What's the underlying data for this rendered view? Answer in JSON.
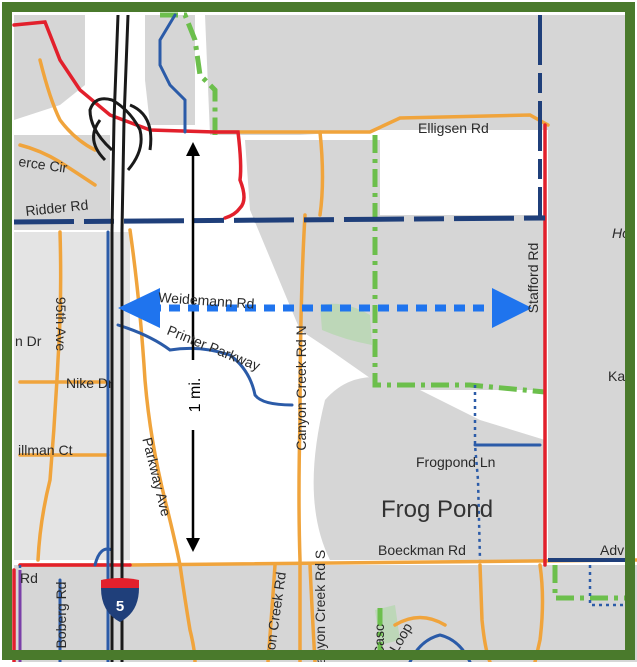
{
  "colors": {
    "frame": "#4a7a2c",
    "background": "#ffffff",
    "urban": "#d6d6d6",
    "arterial_red": "#e2202c",
    "collector_orange": "#f0a43c",
    "freeway_black": "#1a1a1a",
    "transit_navy": "#1f3f7a",
    "bike_blue": "#2b5ba8",
    "boundary_green": "#6cbf4c",
    "arrow_blue": "#1f74ee",
    "parks_green": "#b7d7b0"
  },
  "labels": {
    "pierce_cir": "erce Cir",
    "ridder_rd": "Ridder Rd",
    "elligsen_rd": "Elligsen Rd",
    "weidemann_rd": "Weidemann Rd",
    "printer_parkway": "Printer Parkway",
    "ave_95th": "95th Ave",
    "n_dr": "n Dr",
    "nike_dr": "Nike Dr",
    "hillman_ct": "illman Ct",
    "parkway_ave": "Parkway Ave",
    "canyon_creek_rd_n": "Canyon Creek Rd N",
    "stafford_rd": "Stafford Rd",
    "frogpond_ln": "Frogpond Ln",
    "frog_pond": "Frog Pond",
    "boeckman_rd": "Boeckman Rd",
    "adv": "Adv",
    "ho": "Ho",
    "ka": "Ka",
    "rd_left": "Rd",
    "boberg_rd": "Boberg Rd",
    "canyon_creek_rd": "yon Creek Rd",
    "canyon_creek_rd_s": "Canyon Creek Rd S",
    "casc": "Casc",
    "loop": "Loop"
  },
  "shield": {
    "number": "5",
    "icon": "interstate-shield-icon"
  },
  "scale_bar": {
    "label": "1 mi."
  },
  "arrow": {
    "icon": "double-arrow-icon"
  }
}
